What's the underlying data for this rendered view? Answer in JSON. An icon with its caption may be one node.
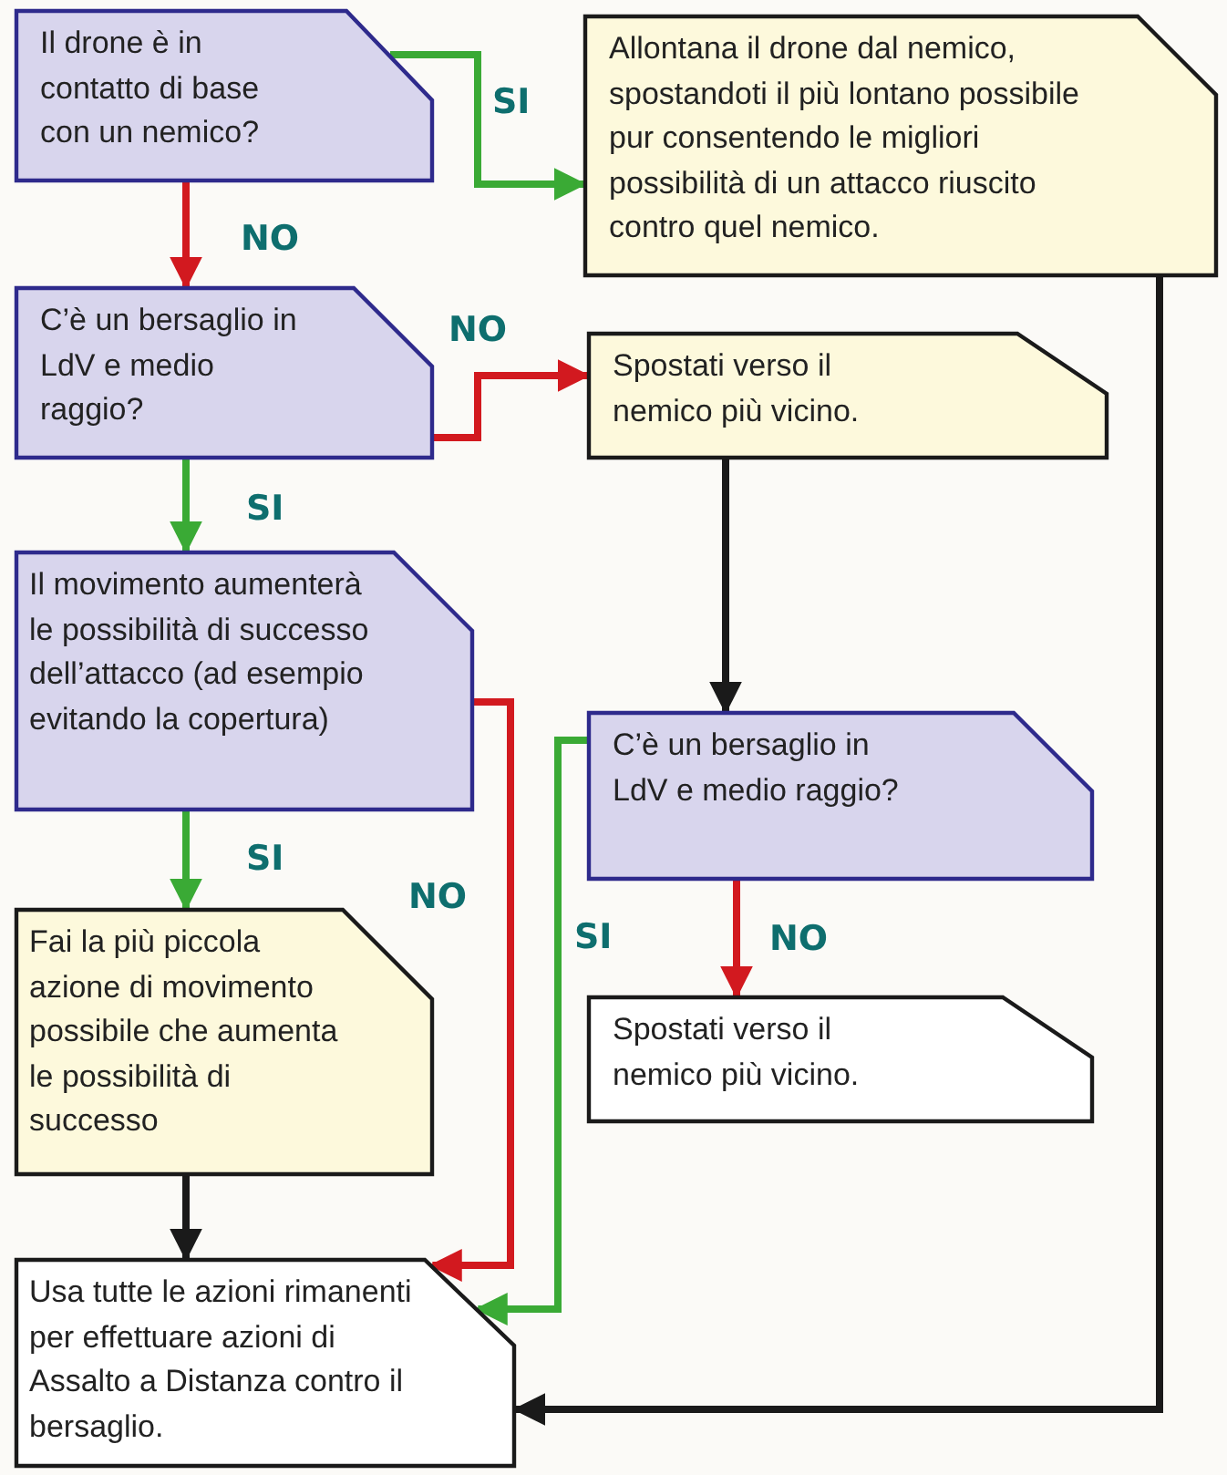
{
  "diagram": {
    "nodes": [
      {
        "text": [
          "Il drone è in contatto di base con un nemico?"
        ]
      },
      {
        "text": [
          "Allontana il drone dal nemico, spostandoti il più lontano possibile pur consentendo le migliori possibilità di un attacco riuscito contro quel nemico."
        ]
      },
      {
        "text": [
          "C’è un bersaglio in LdV e medio raggio?"
        ]
      },
      {
        "text": [
          "Spostati verso il nemico più vicino."
        ]
      },
      {
        "text": [
          "Il movimento aumenterà le possibilità di successo dell’attacco (ad esempio evitando la copertura)"
        ]
      },
      {
        "text": [
          "C’è un bersaglio in LdV e medio raggio?"
        ]
      },
      {
        "text": [
          "Fai la più piccola azione di movimento possibile che aumenta le possibilità di successo"
        ]
      },
      {
        "text": [
          "Spostati verso il nemico più vicino."
        ]
      },
      {
        "text": [
          "Usa tutte le azioni rimanenti per effettuare azioni di Assalto a Distanza contro il bersaglio."
        ]
      }
    ],
    "edges": [
      {
        "from": 0,
        "to": 1,
        "arrow": "to",
        "label": "SI",
        "color": "#3aaa35"
      },
      {
        "from": 0,
        "to": 2,
        "arrow": "to",
        "label": "NO",
        "color": "#d2191f"
      },
      {
        "from": 2,
        "to": 3,
        "arrow": "to",
        "label": "NO",
        "color": "#d2191f"
      },
      {
        "from": 2,
        "to": 4,
        "arrow": "to",
        "label": "SI",
        "color": "#3aaa35"
      },
      {
        "from": 3,
        "to": 5,
        "arrow": "to",
        "color": "#1a1a1a"
      },
      {
        "from": 4,
        "to": 6,
        "arrow": "to",
        "label": "SI",
        "color": "#3aaa35"
      },
      {
        "from": 4,
        "to": 8,
        "arrow": "to",
        "label": "NO",
        "color": "#d2191f"
      },
      {
        "from": 5,
        "to": 8,
        "arrow": "to",
        "label": "SI",
        "color": "#3aaa35"
      },
      {
        "from": 5,
        "to": 7,
        "arrow": "to",
        "label": "NO",
        "color": "#d2191f"
      },
      {
        "from": 6,
        "to": 8,
        "arrow": "to",
        "color": "#1a1a1a"
      },
      {
        "from": 1,
        "to": 8,
        "arrow": "to",
        "color": "#1a1a1a"
      }
    ]
  }
}
